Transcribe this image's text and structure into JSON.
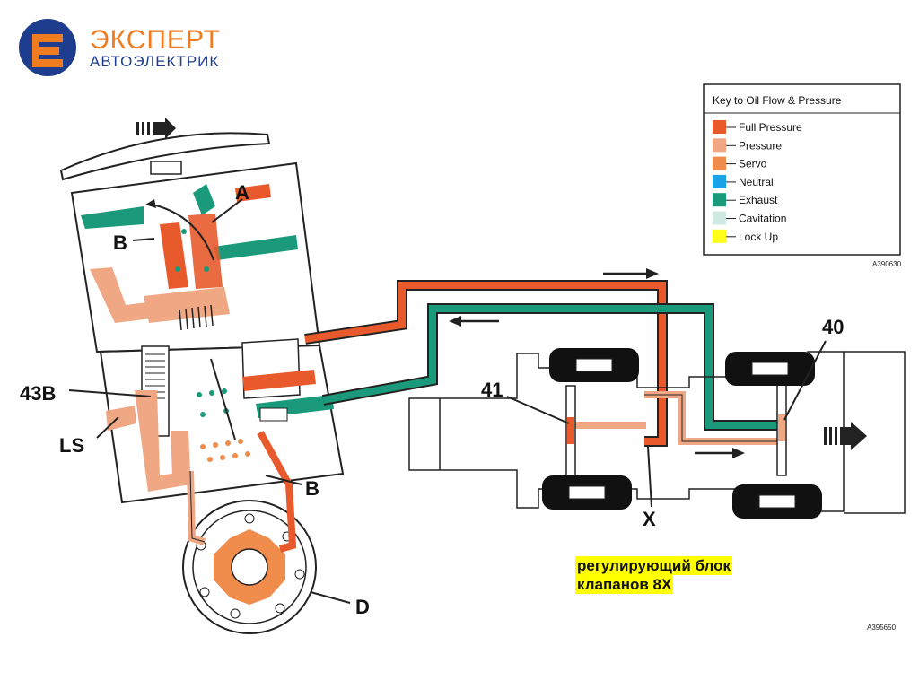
{
  "logo": {
    "line1": "ЭКСПЕРТ",
    "line2": "АВТОЭЛЕКТРИК"
  },
  "key": {
    "title": "Key to Oil Flow & Pressure",
    "items": [
      {
        "label": "Full Pressure",
        "color": "#e85a2c"
      },
      {
        "label": "Pressure",
        "color": "#f0a884"
      },
      {
        "label": "Servo",
        "color": "#f08c4c"
      },
      {
        "label": "Neutral",
        "color": "#1aa3e6"
      },
      {
        "label": "Exhaust",
        "color": "#1a9a7a"
      },
      {
        "label": "Cavitation",
        "color": "#cfe9e3"
      },
      {
        "label": "Lock Up",
        "color": "#ffff1a"
      }
    ],
    "code": "A390630"
  },
  "labels": {
    "a": "A",
    "b_top": "B",
    "b_bottom": "B",
    "d": "D",
    "ls": "LS",
    "l43b": "43B",
    "l41": "41",
    "l40": "40",
    "x": "X"
  },
  "caption": {
    "line1": "регулирующий блок",
    "line2": "клапанов 8X"
  },
  "figure_code": "A395650",
  "colors": {
    "full_pressure": "#e85a2c",
    "pressure": "#f0a884",
    "exhaust": "#1a9a7a",
    "outline": "#222222"
  }
}
